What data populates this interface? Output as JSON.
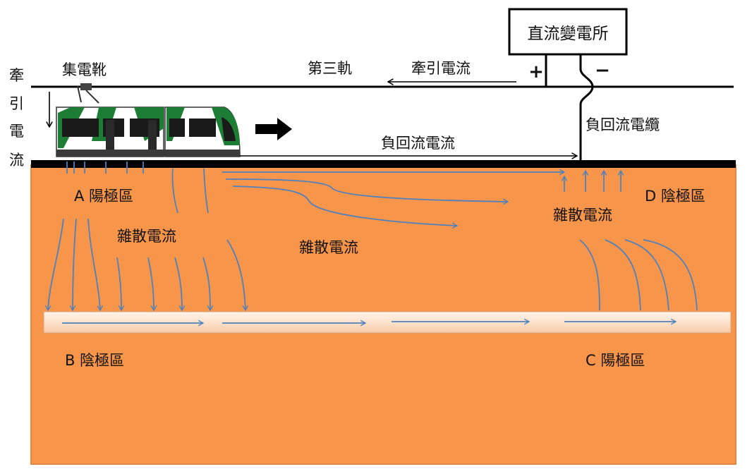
{
  "labels": {
    "substation": "直流變電所",
    "plus": "+",
    "minus": "−",
    "third_rail": "第三軌",
    "traction_current_top": "牽引電流",
    "collector_shoe": "集電靴",
    "traction_current_side": [
      "牽",
      "引",
      "電",
      "流"
    ],
    "return_cable": "負回流電纜",
    "return_current": "負回流電流",
    "zone_a": "A 陽極區",
    "zone_b": "B 陰極區",
    "zone_c": "C 陽極區",
    "zone_d": "D 陰極區",
    "stray_left": "雜散電流",
    "stray_center": "雜散電流",
    "stray_right": "雜散電流"
  },
  "colors": {
    "soil": "#f7964a",
    "soil_border": "#e08a45",
    "arrow": "#4f81bd",
    "rail": "#000000",
    "pipe_fill": "#fde4d0",
    "tram_green": "#1e7d34",
    "tram_white": "#ffffff"
  },
  "icons": {
    "tram": "light-rail-tram",
    "direction": "right-arrow-icon"
  }
}
